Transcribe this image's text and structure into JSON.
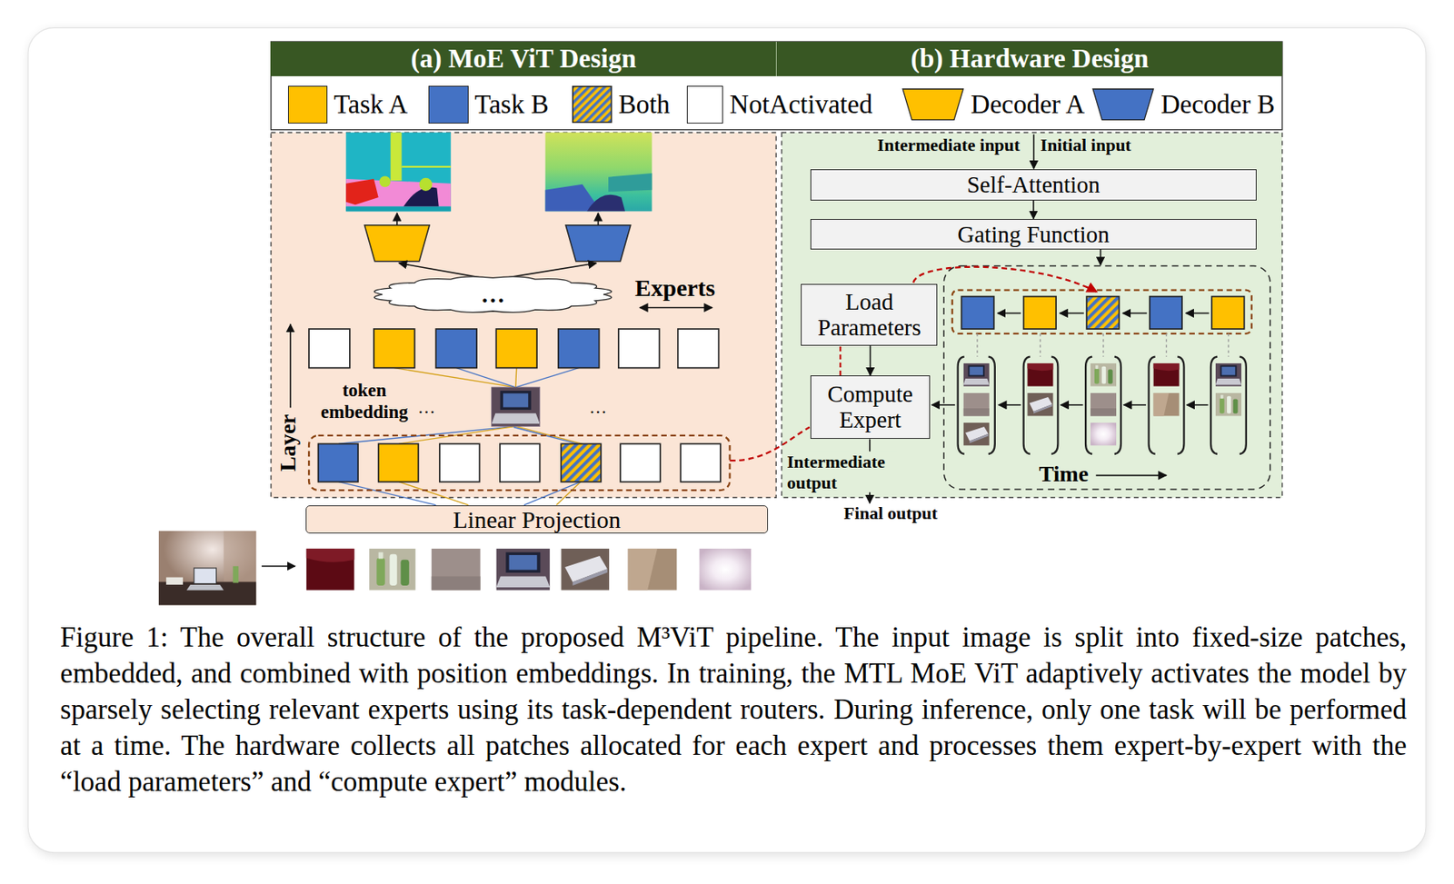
{
  "diagram": {
    "caption": "Figure 1: The overall structure of the proposed M³ViT pipeline. The input image is split into fixed-size patches, embedded, and combined with position embeddings. In training, the MTL MoE ViT adaptively activates the model by sparsely selecting relevant experts using its task-dependent routers. During inference, only one task will be performed at a time. The hardware collects all patches allocated for each expert and processes them expert-by-expert with the “load parameters” and “compute expert” modules.",
    "nodes": [
      {
        "text": [
          "(a) MoE ViT Design"
        ]
      },
      {
        "text": [
          "(b) Hardware Design"
        ]
      },
      {
        "text": [
          "…"
        ]
      },
      {
        "text": [
          "Self-Attention"
        ]
      },
      {
        "text": [
          "Gating Function"
        ]
      },
      {
        "text": [
          "Load Parameters"
        ]
      },
      {
        "text": [
          "Compute Expert"
        ]
      },
      {
        "text": [
          "Linear Projection"
        ]
      }
    ],
    "edges": [
      {
        "from": 3,
        "to": 4,
        "arrow": "to"
      },
      {
        "from": 5,
        "to": 6,
        "arrow": "to"
      },
      {
        "from": 6,
        "to": 5,
        "arrow": "none"
      }
    ],
    "labels": [
      "Experts",
      "token embedding",
      "…",
      "…",
      "Layer",
      "Intermediate input",
      "Initial input",
      "Intermediate output",
      "Final output",
      "Time"
    ],
    "legend": [
      {
        "text": "Task A",
        "color": "#FFC000"
      },
      {
        "text": "Task B",
        "color": "#4472C4"
      },
      {
        "text": "Both"
      },
      {
        "text": "NotActivated",
        "color": "#FFFFFF"
      },
      {
        "text": "Decoder A",
        "color": "#FFC000"
      },
      {
        "text": "Decoder B",
        "color": "#4472C4"
      }
    ]
  }
}
